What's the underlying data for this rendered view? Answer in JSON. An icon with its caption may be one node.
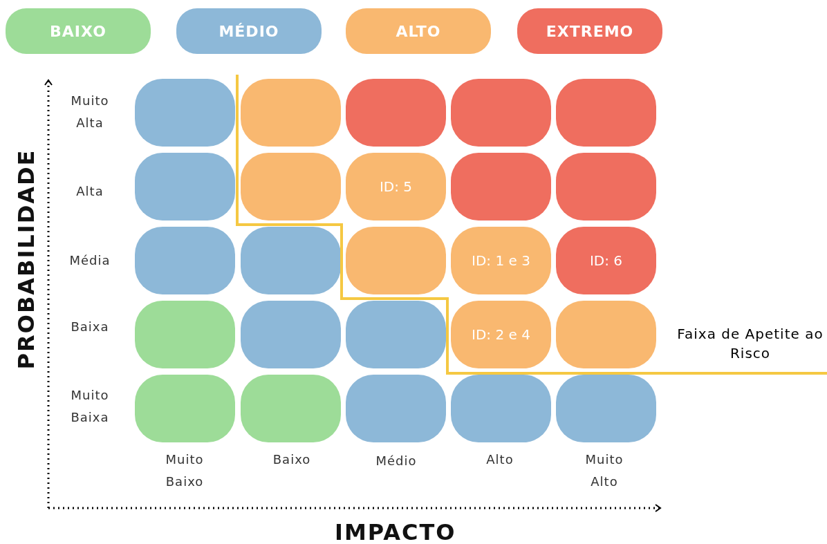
{
  "diagram": {
    "nodes": [
      {
        "text": [],
        "shape": "box"
      },
      {
        "text": [],
        "shape": "box"
      },
      {
        "text": [],
        "shape": "box"
      },
      {
        "text": [],
        "shape": "box"
      },
      {
        "text": [],
        "shape": "box"
      },
      {
        "text": [],
        "shape": "box"
      },
      {
        "text": [],
        "shape": "box"
      },
      {
        "text": [
          "ID: 5"
        ]
      },
      {
        "text": [],
        "shape": "box"
      },
      {
        "text": [],
        "shape": "box"
      },
      {
        "text": [],
        "shape": "box"
      },
      {
        "text": [],
        "shape": "box"
      },
      {
        "text": [],
        "shape": "box"
      },
      {
        "text": [
          "ID: 1 e 3"
        ]
      },
      {
        "text": [
          "ID: 6"
        ]
      },
      {
        "text": [],
        "shape": "box"
      },
      {
        "text": [],
        "shape": "box"
      },
      {
        "text": [],
        "shape": "box"
      },
      {
        "text": [
          "ID: 2 e 4"
        ]
      },
      {
        "text": [],
        "shape": "box"
      },
      {
        "text": [],
        "shape": "box"
      },
      {
        "text": [],
        "shape": "box"
      },
      {
        "text": [],
        "shape": "box"
      },
      {
        "text": [],
        "shape": "box"
      },
      {
        "text": [],
        "shape": "box"
      }
    ],
    "edges": [],
    "labels": [
      "Muito Alta",
      "Alta",
      "Média",
      "Baixa",
      "Faixa de Apetite ao Risco",
      "Muito Baixa",
      "PROBABILIDADE",
      "Muito Baixo",
      "Baixo",
      "Médio",
      "Alto",
      "Muito Alto",
      "IMPACTO"
    ],
    "legend": [
      {
        "text": "BAIXO",
        "color": "#9ddc98"
      },
      {
        "text": "MÉDIO",
        "color": "#8db8d8"
      },
      {
        "text": "ALTO",
        "color": "#f9b870"
      },
      {
        "text": "EXTREMO",
        "color": "#ef6e5f"
      }
    ]
  }
}
